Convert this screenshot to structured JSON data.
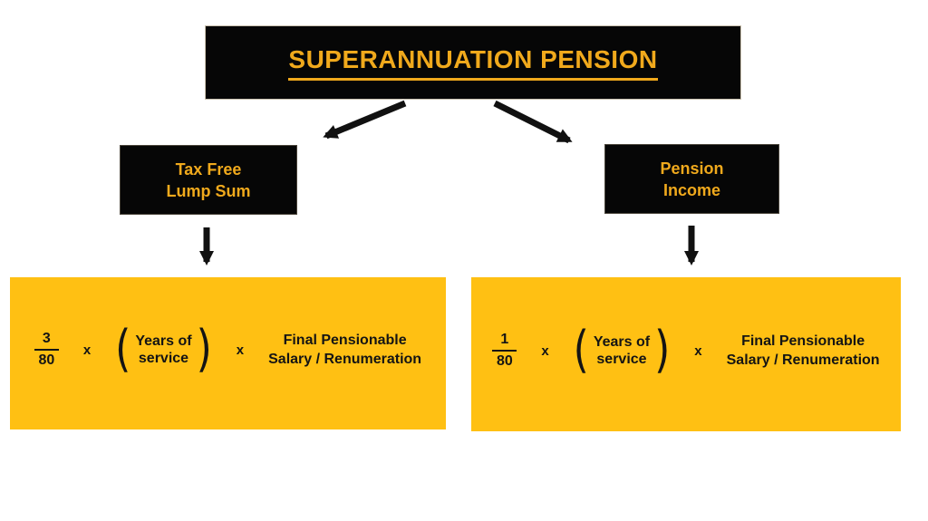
{
  "diagram": {
    "title": "SUPERANNUATION PENSION",
    "colors": {
      "box_background": "#060606",
      "gold_text": "#F0A91C",
      "formula_background": "#FFC013",
      "formula_text": "#141414",
      "arrow": "#111111",
      "page_background": "#FFFFFF"
    },
    "branches": [
      {
        "id": "tax-free-lump-sum",
        "label_lines": [
          "Tax Free",
          "Lump Sum"
        ],
        "formula": {
          "numerator": "3",
          "denominator": "80",
          "multiply_sign_1": "x",
          "bracket_open": "(",
          "bracket_lines": [
            "Years of",
            "service"
          ],
          "bracket_close": ")",
          "multiply_sign_2": "x",
          "final_lines": [
            "Final Pensionable",
            "Salary / Renumeration"
          ]
        }
      },
      {
        "id": "pension-income",
        "label_lines": [
          "Pension",
          "Income"
        ],
        "formula": {
          "numerator": "1",
          "denominator": "80",
          "multiply_sign_1": "x",
          "bracket_open": "(",
          "bracket_lines": [
            "Years of",
            "service"
          ],
          "bracket_close": ")",
          "multiply_sign_2": "x",
          "final_lines": [
            "Final Pensionable",
            "Salary / Renumeration"
          ]
        }
      }
    ]
  }
}
